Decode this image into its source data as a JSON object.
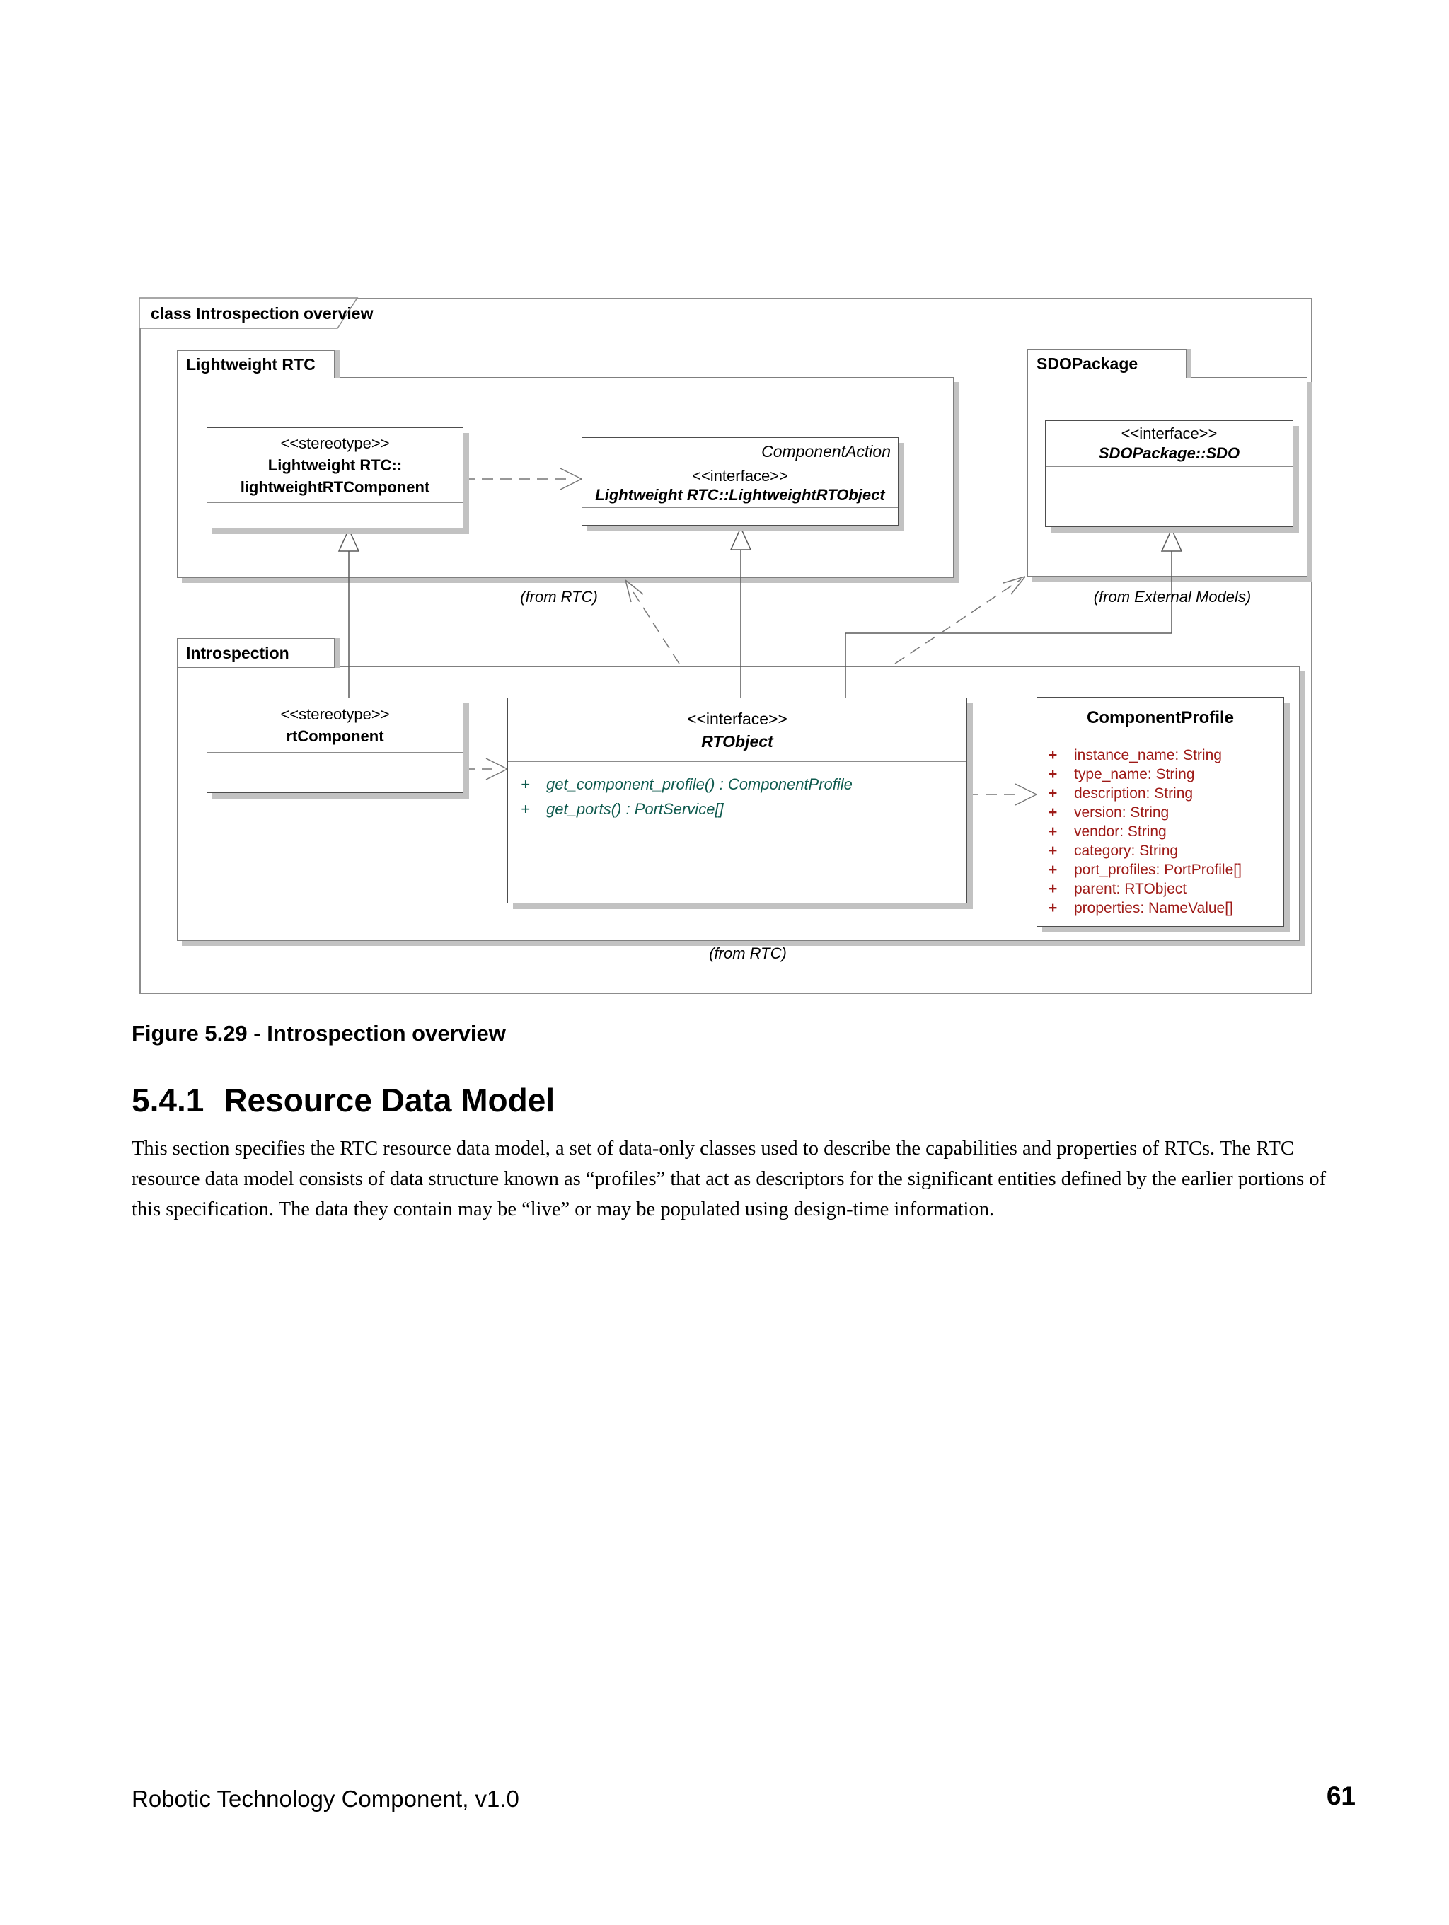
{
  "diagram": {
    "frame_label": "class Introspection overview",
    "packages": {
      "lightweight_rtc": {
        "label": "Lightweight RTC"
      },
      "sdo_package": {
        "label": "SDOPackage"
      },
      "introspection": {
        "label": "Introspection"
      }
    },
    "classes": {
      "lightweightRTComponent": {
        "stereotype": "<<stereotype>>",
        "name_line1": "Lightweight RTC::",
        "name_line2": "lightweightRTComponent"
      },
      "lightweightRTObject": {
        "annotation": "ComponentAction",
        "stereotype": "<<interface>>",
        "name": "Lightweight RTC::LightweightRTObject"
      },
      "sdo": {
        "stereotype": "<<interface>>",
        "name": "SDOPackage::SDO"
      },
      "rtComponent": {
        "stereotype": "<<stereotype>>",
        "name": "rtComponent"
      },
      "rtObject": {
        "stereotype": "<<interface>>",
        "name": "RTObject",
        "operations": [
          {
            "plus": "+",
            "text": "get_component_profile() : ComponentProfile"
          },
          {
            "plus": "+",
            "text": "get_ports() : PortService[]"
          }
        ]
      },
      "componentProfile": {
        "name": "ComponentProfile",
        "attributes": [
          {
            "plus": "+",
            "text": "instance_name:  String"
          },
          {
            "plus": "+",
            "text": "type_name:  String"
          },
          {
            "plus": "+",
            "text": "description:  String"
          },
          {
            "plus": "+",
            "text": "version:  String"
          },
          {
            "plus": "+",
            "text": "vendor:  String"
          },
          {
            "plus": "+",
            "text": "category:  String"
          },
          {
            "plus": "+",
            "text": "port_profiles:  PortProfile[]"
          },
          {
            "plus": "+",
            "text": "parent:  RTObject"
          },
          {
            "plus": "+",
            "text": "properties:  NameValue[]"
          }
        ]
      }
    },
    "labels": {
      "from_rtc_top": "(from RTC)",
      "from_external_models": "(from External Models)",
      "from_rtc_bottom": "(from RTC)"
    },
    "colors": {
      "operation_text": "#0F5A4E",
      "attribute_text": "#9E1A17",
      "box_border": "#4D4D4D",
      "shadow": "#C2C2C2"
    }
  },
  "document": {
    "figure_caption": "Figure 5.29 - Introspection overview",
    "section_number": "5.4.1",
    "section_title": "Resource Data Model",
    "paragraph": "This section specifies the RTC resource data model, a set of data-only classes used to describe the capabilities and properties of RTCs. The RTC resource data model consists of data structure known as “profiles” that act as descriptors for the significant entities defined by the earlier portions of this specification. The data they contain may be “live” or may be populated using design-time information.",
    "footer_left": "Robotic Technology Component, v1.0",
    "footer_page_number": "61"
  }
}
